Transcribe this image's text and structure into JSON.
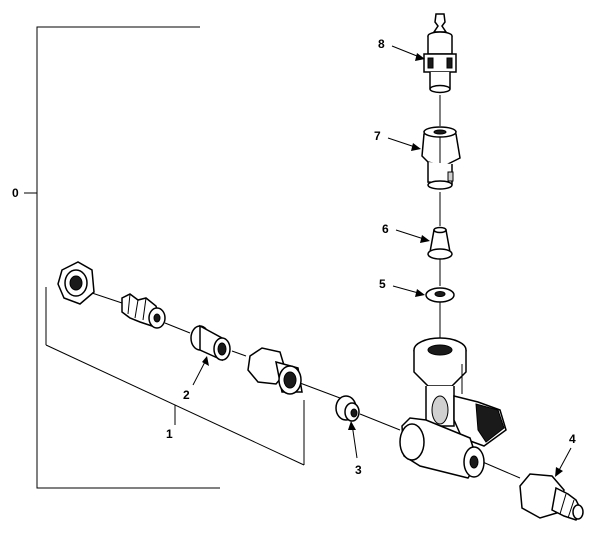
{
  "diagram": {
    "callouts": {
      "assembly": "0",
      "item1": "1",
      "item2": "2",
      "item3": "3",
      "item4": "4",
      "item5": "5",
      "item6": "6",
      "item7": "7",
      "item8": "8"
    }
  }
}
